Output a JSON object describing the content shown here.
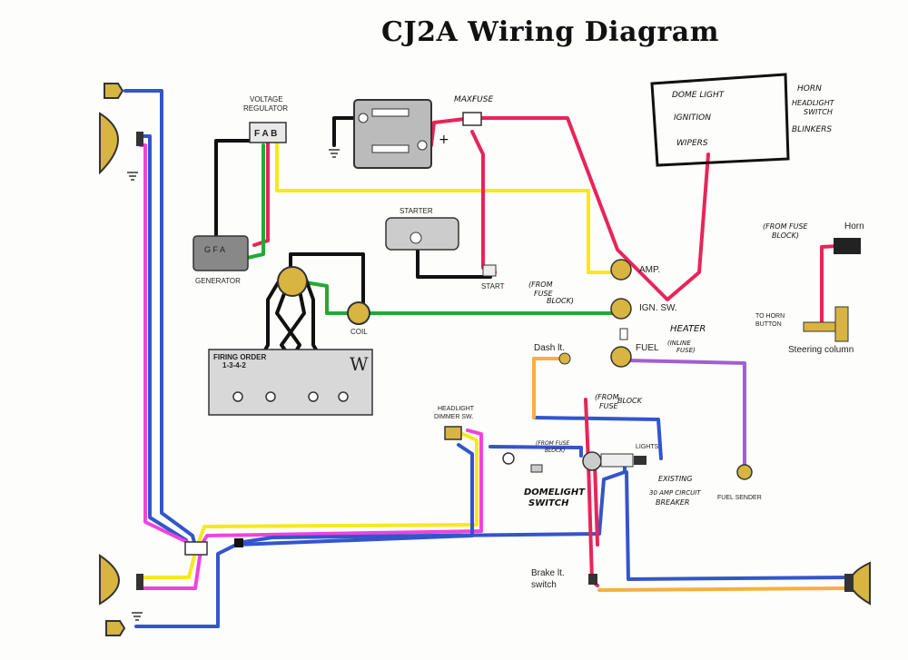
{
  "title": "CJ2A Wiring Diagram",
  "colors": {
    "blue": "#3355cc",
    "red": "#e8245a",
    "green": "#22aa33",
    "yellow": "#f7e81c",
    "orange": "#f5b040",
    "magenta": "#ee44dd",
    "purple": "#a060d0",
    "black": "#111111",
    "lamp": "#d8b440",
    "panel": "#d8d8d8"
  },
  "labels": {
    "voltage_regulator_1": "VOLTAGE",
    "voltage_regulator_2": "REGULATOR",
    "regulator_terminals": "F A B",
    "generator": "GENERATOR",
    "generator_terminals": "G  F  A",
    "starter": "STARTER",
    "start": "START",
    "coil": "COIL",
    "firing_order_1": "FIRING ORDER",
    "firing_order_2": "1-3-4-2",
    "amp": "AMP.",
    "ign_sw": "IGN. SW.",
    "fuel": "FUEL",
    "dash_lt": "Dash lt.",
    "headlight_dimmer_1": "HEADLIGHT",
    "headlight_dimmer_2": "DIMMER SW.",
    "lights": "LIGHTS",
    "fuel_sender": "FUEL SENDER",
    "brake_lt_1": "Brake lt.",
    "brake_lt_2": "switch",
    "horn": "Horn",
    "to_horn_1": "TO HORN",
    "to_horn_2": "BUTTON",
    "steering_column": "Steering column"
  },
  "handwritten": {
    "maxi_fuse_1": "MAXI",
    "maxi_fuse_2": "FUSE",
    "plus": "+",
    "fuse_block_items": [
      "DOME LIGHT",
      "IGNITION",
      "WIPERS"
    ],
    "fuse_block_outputs": [
      "HORN",
      "HEADLIGHT",
      "SWITCH",
      "BLINKERS"
    ],
    "from_fuse_block_horn_1": "(FROM FUSE",
    "from_fuse_block_horn_2": "BLOCK)",
    "from_fuse_block_ign_1": "(FROM",
    "from_fuse_block_ign_2": "FUSE",
    "from_fuse_block_ign_3": "BLOCK)",
    "heater": "HEATER",
    "inline_fuse_1": "(INLINE",
    "inline_fuse_2": "FUSE)",
    "from_fuse_block_lights_1": "(FROM",
    "from_fuse_block_lights_2": "FUSE",
    "from_fuse_block_lights_3": "BLOCK",
    "from_fuse_block_dome_1": "(FROM FUSE",
    "from_fuse_block_dome_2": "BLOCK)",
    "dome_switch_1": "DOMELIGHT",
    "dome_switch_2": "SWITCH",
    "breaker_1": "EXISTING",
    "breaker_2": "30 AMP CIRCUIT",
    "breaker_3": "BREAKER"
  }
}
